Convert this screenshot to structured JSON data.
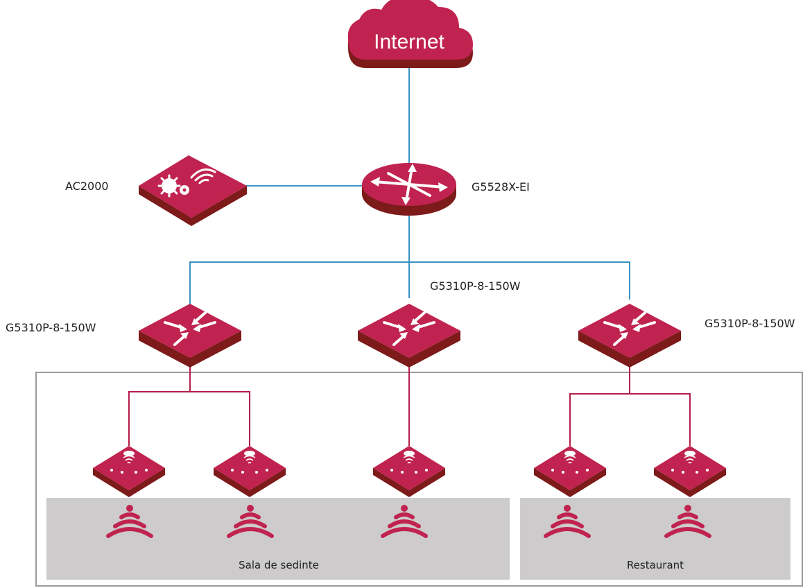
{
  "colors": {
    "device_top": "#c0234f",
    "device_side": "#7d1a1a",
    "uplink_line": "#3a93c2",
    "ap_line": "#b51d4a",
    "zone_fill": "#cdcbcb",
    "border": "#9b9b9b",
    "signal": "#c0234f"
  },
  "cloud": {
    "label": "Internet"
  },
  "core": {
    "label": "G5528X-EI",
    "icon": "router-arrows-icon"
  },
  "controller": {
    "label": "AC2000",
    "icon": "gears-wifi-icon"
  },
  "switches": [
    {
      "label": "G5310P-8-150W",
      "icon": "switch-arrows-icon"
    },
    {
      "label": "G5310P-8-150W",
      "icon": "switch-arrows-icon"
    },
    {
      "label": "G5310P-8-150W",
      "icon": "switch-arrows-icon"
    }
  ],
  "access_points": [
    {
      "icon": "access-point-icon"
    },
    {
      "icon": "access-point-icon"
    },
    {
      "icon": "access-point-icon"
    },
    {
      "icon": "access-point-icon"
    },
    {
      "icon": "access-point-icon"
    }
  ],
  "zones": [
    {
      "label": "Sala de sedinte"
    },
    {
      "label": "Restaurant"
    }
  ]
}
